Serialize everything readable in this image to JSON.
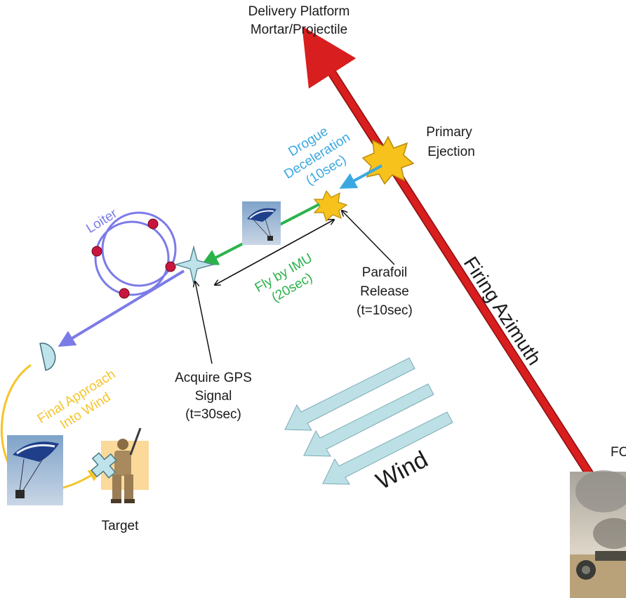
{
  "labels": {
    "platform_line1": "Delivery Platform",
    "platform_line2": "Mortar/Projectile",
    "primary_line1": "Primary",
    "primary_line2": "Ejection",
    "drogue_line1": "Drogue",
    "drogue_line2": "Deceleration",
    "drogue_line3": "(10sec)",
    "parafoil_line1": "Parafoil",
    "parafoil_line2": "Release",
    "parafoil_line3": "(t=10sec)",
    "fly_line1": "Fly by IMU",
    "fly_line2": "(20sec)",
    "loiter": "Loiter",
    "gps_line1": "Acquire GPS",
    "gps_line2": "Signal",
    "gps_line3": "(t=30sec)",
    "final_line1": "Final Approach",
    "final_line2": "Into Wind",
    "target": "Target",
    "wind": "Wind",
    "firing_azimuth": "Firing Azimuth",
    "edge_text": "FC"
  },
  "colors": {
    "azimuth_line": "#d81e1e",
    "drogue": "#3aa8e0",
    "fly_by_imu": "#2ab34a",
    "loiter": "#7b7be8",
    "final_approach": "#f5c42c",
    "wind_arrow": "#bde0e6",
    "burst": "#f7c21b"
  },
  "icons": {
    "primary_burst": "explosion-icon",
    "parafoil_burst": "explosion-icon",
    "gps_star": "four-point-star-icon",
    "drogue_chute": "half-dome-parachute-icon",
    "parafoil_photo": "parafoil-photo",
    "soldier": "soldier-icon",
    "target_marker": "cross-marker-icon",
    "howitzer": "howitzer-photo"
  }
}
